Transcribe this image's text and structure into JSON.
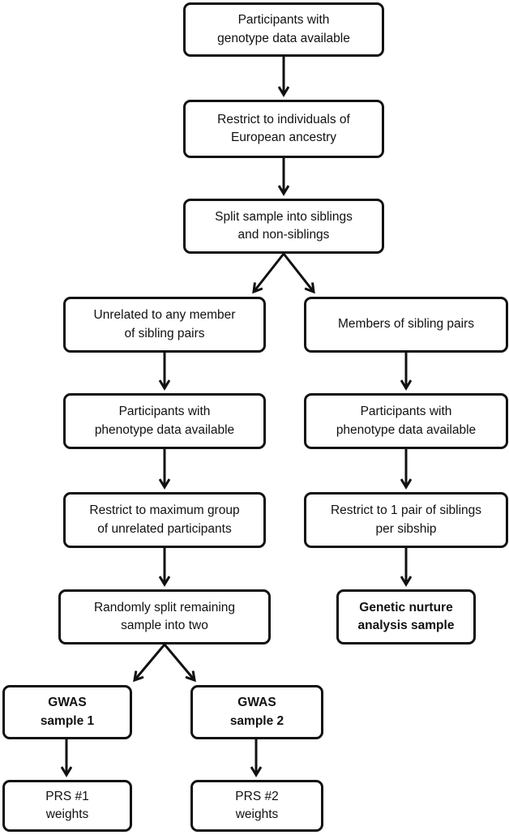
{
  "nodes": {
    "genotype": "Participants with\ngenotype data available",
    "european": "Restrict to individuals of\nEuropean ancestry",
    "split_sibs": "Split sample into siblings\nand non-siblings",
    "unrelated": "Unrelated to any member\nof sibling pairs",
    "sib_members": "Members of sibling pairs",
    "pheno_left": "Participants with\nphenotype data available",
    "pheno_right": "Participants with\nphenotype data available",
    "max_unrelated": "Restrict to maximum group\nof unrelated participants",
    "one_pair": "Restrict to 1 pair of siblings\nper sibship",
    "random_split": "Randomly split remaining\nsample into two",
    "genetic_nurture": "Genetic nurture\nanalysis sample",
    "gwas1": "GWAS\nsample 1",
    "gwas2": "GWAS\nsample 2",
    "prs1": "PRS #1\nweights",
    "prs2": "PRS #2\nweights"
  }
}
